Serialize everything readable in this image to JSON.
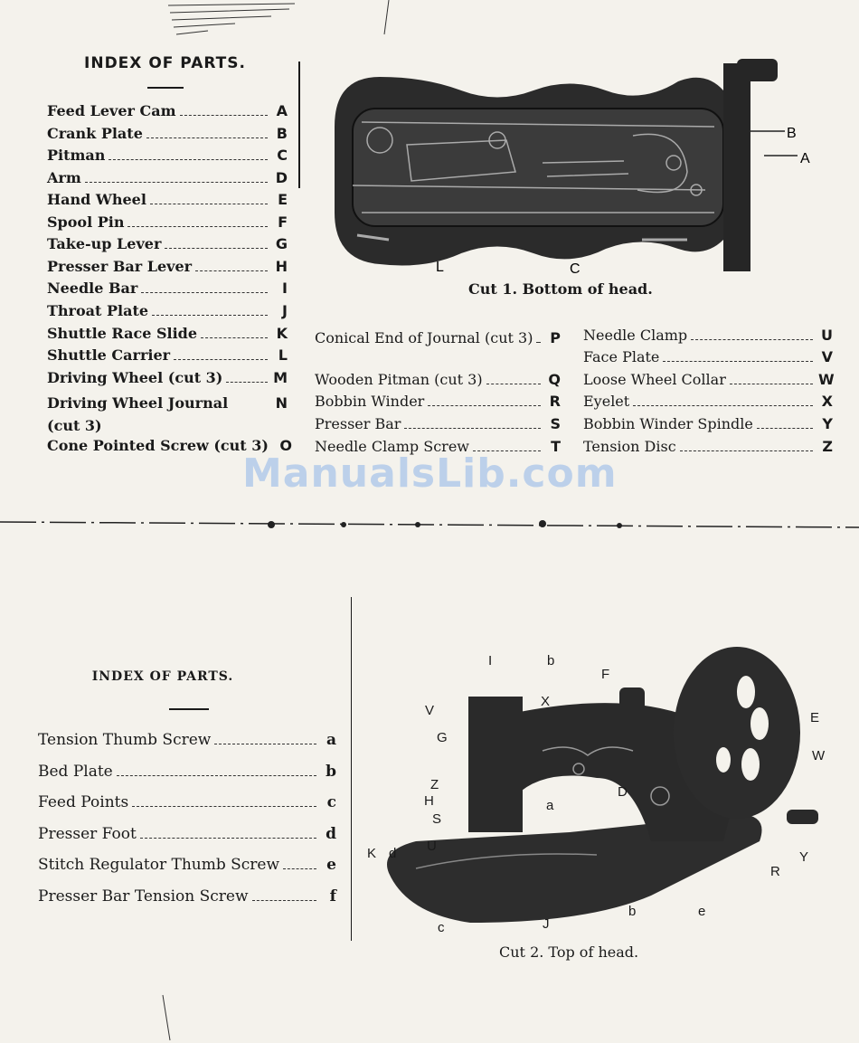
{
  "top_index": {
    "title": "INDEX OF PARTS.",
    "col1": [
      {
        "name": "Feed Lever Cam",
        "letter": "A"
      },
      {
        "name": "Crank Plate",
        "letter": "B"
      },
      {
        "name": "Pitman",
        "letter": "C"
      },
      {
        "name": "Arm",
        "letter": "D"
      },
      {
        "name": "Hand Wheel",
        "letter": "E"
      },
      {
        "name": "Spool Pin",
        "letter": "F"
      },
      {
        "name": "Take-up Lever",
        "letter": "G"
      },
      {
        "name": "Presser Bar Lever",
        "letter": "H"
      },
      {
        "name": "Needle Bar",
        "letter": "I"
      },
      {
        "name": "Throat Plate",
        "letter": "J"
      },
      {
        "name": "Shuttle Race Slide",
        "letter": "K"
      },
      {
        "name": "Shuttle Carrier",
        "letter": "L"
      },
      {
        "name": "Driving Wheel (cut 3)",
        "letter": "M"
      },
      {
        "name": "Driving Wheel Journal (cut 3)",
        "letter": "N"
      },
      {
        "name": "Cone Pointed Screw (cut 3)",
        "letter": "O"
      }
    ],
    "col2": [
      {
        "name": "Conical End of Journal (cut 3)",
        "letter": "P"
      },
      {
        "name": "Wooden Pitman (cut 3)",
        "letter": "Q"
      },
      {
        "name": "Bobbin Winder",
        "letter": "R"
      },
      {
        "name": "Presser Bar",
        "letter": "S"
      },
      {
        "name": "Needle Clamp Screw",
        "letter": "T"
      }
    ],
    "col3": [
      {
        "name": "Needle Clamp",
        "letter": "U"
      },
      {
        "name": "Face Plate",
        "letter": "V"
      },
      {
        "name": "Loose Wheel Collar",
        "letter": "W"
      },
      {
        "name": "Eyelet",
        "letter": "X"
      },
      {
        "name": "Bobbin Winder Spindle",
        "letter": "Y"
      },
      {
        "name": "Tension Disc",
        "letter": "Z"
      }
    ]
  },
  "cut1": {
    "caption": "Cut 1.   Bottom of head.",
    "labels": {
      "b": "B",
      "a": "A",
      "l": "L",
      "c": "C"
    }
  },
  "watermark": "ManualsLib.com",
  "bottom_index": {
    "title": "INDEX OF PARTS.",
    "items": [
      {
        "name": "Tension Thumb Screw",
        "letter": "a"
      },
      {
        "name": "Bed Plate",
        "letter": "b"
      },
      {
        "name": "Feed Points",
        "letter": "c"
      },
      {
        "name": "Presser Foot",
        "letter": "d"
      },
      {
        "name": "Stitch Regulator Thumb Screw",
        "letter": "e"
      },
      {
        "name": "Presser Bar Tension Screw",
        "letter": "f"
      }
    ]
  },
  "cut2": {
    "caption": "Cut 2.   Top of head.",
    "labels": {
      "i": "I",
      "b_top": "b",
      "f_top": "F",
      "v": "V",
      "x": "X",
      "e": "E",
      "g": "G",
      "w": "W",
      "z": "Z",
      "d": "D",
      "h": "H",
      "a": "a",
      "s": "S",
      "u": "U",
      "k": "K",
      "d2": "d",
      "r": "R",
      "y": "Y",
      "b": "b",
      "e2": "e",
      "c": "c",
      "j": "J"
    }
  }
}
